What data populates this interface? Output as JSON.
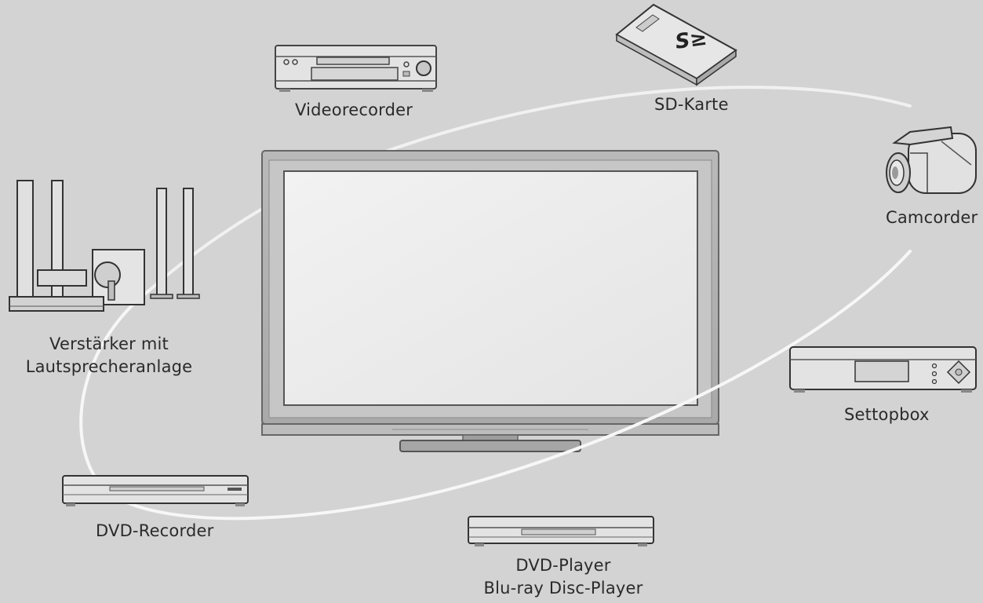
{
  "diagram": {
    "devices": {
      "videorecorder": {
        "label": "Videorecorder"
      },
      "sd_card": {
        "label": "SD-Karte",
        "icon_text": "S≥"
      },
      "camcorder": {
        "label": "Camcorder"
      },
      "amplifier": {
        "label_lines": [
          "Verstärker mit",
          "Lautsprecheranlage"
        ]
      },
      "settopbox": {
        "label": "Settopbox"
      },
      "dvd_recorder": {
        "label": "DVD-Recorder"
      },
      "dvd_player": {
        "label_lines": [
          "DVD-Player",
          "Blu-ray Disc-Player"
        ]
      }
    },
    "colors": {
      "background": "#d3d3d3",
      "device_fill": "#e2e2e2",
      "device_stroke": "#4a4a4a",
      "screen": "#ececec",
      "loop": "#f6f6f6"
    }
  }
}
